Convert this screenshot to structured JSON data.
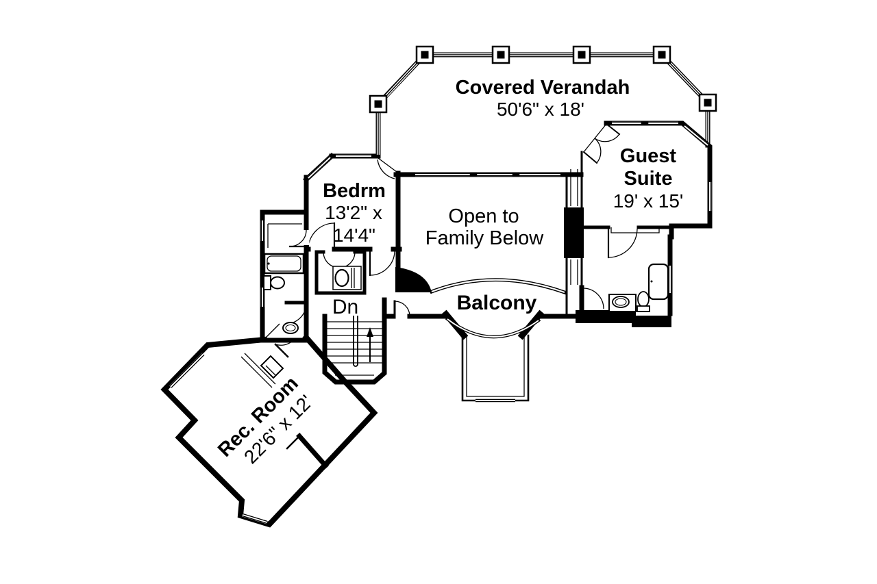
{
  "document": {
    "type": "second-floor-plan",
    "ink_color": "#000000",
    "paper_color": "#ffffff"
  },
  "rooms": {
    "verandah": {
      "name": "Covered Verandah",
      "dims": "50'6\" x 18'"
    },
    "guest_suite": {
      "name1": "Guest",
      "name2": "Suite",
      "dims": "19' x 15'"
    },
    "bedroom": {
      "name": "Bedrm",
      "dims1": "13'2\" x",
      "dims2": "14'4\""
    },
    "open_area": {
      "name1": "Open to",
      "name2": "Family Below"
    },
    "balcony": {
      "name": "Balcony"
    },
    "stair": {
      "label": "Dn"
    },
    "rec_room": {
      "name": "Rec. Room",
      "dims": "22'6\" x 12'"
    }
  }
}
